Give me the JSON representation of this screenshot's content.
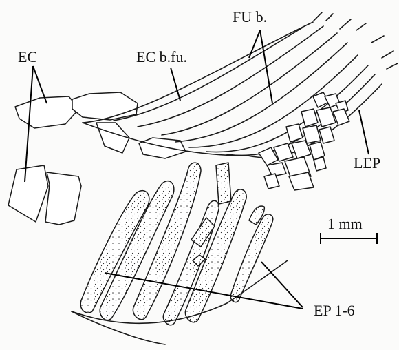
{
  "labels": {
    "ec": "EC",
    "ec_bfu": "EC b.fu.",
    "fu_b": "FU b.",
    "lep": "LEP",
    "scale": "1 mm",
    "ep": "EP 1-6"
  }
}
